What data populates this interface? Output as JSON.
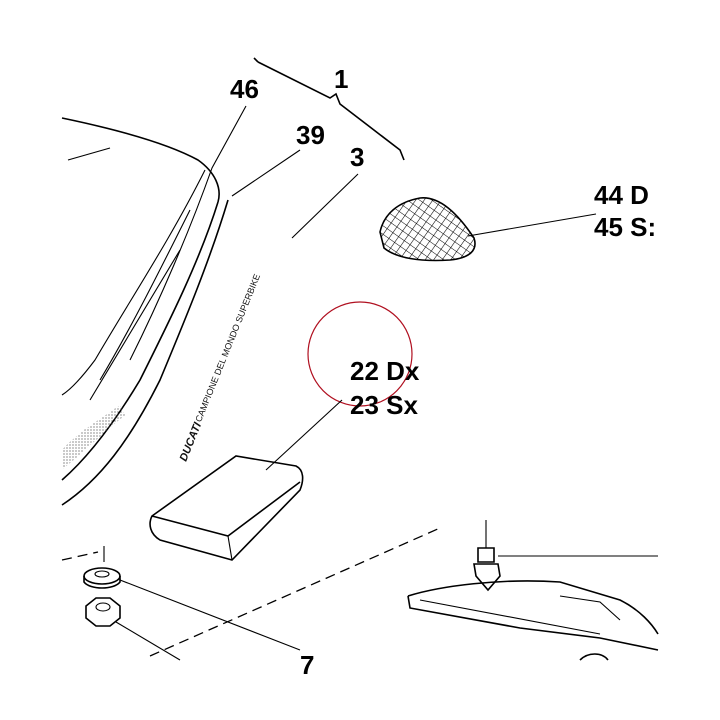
{
  "labels": {
    "l46": "46",
    "l1": "1",
    "l39": "39",
    "l3": "3",
    "l44": "44 D",
    "l45": "45 S:",
    "l22": "22 Dx",
    "l23": "23 Sx",
    "l7": "7"
  },
  "decal": {
    "brand": "DUCATI",
    "text": "CAMPIONE DEL MONDO SUPERBIKE"
  },
  "colors": {
    "line": "#000000",
    "highlight_circle": "#b01020"
  }
}
